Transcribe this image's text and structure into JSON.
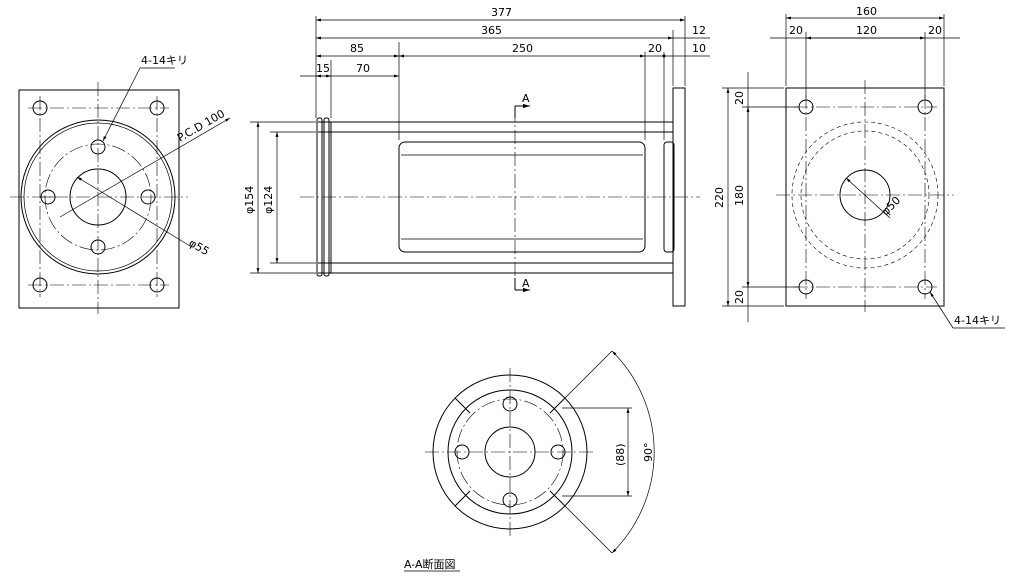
{
  "drawing": {
    "front_view": {
      "hole_note": "4-14キリ",
      "pcd": "P.C.D 100",
      "bore_dia": "φ55"
    },
    "side_view": {
      "overall_length": "377",
      "length_365": "365",
      "length_12": "12",
      "length_85": "85",
      "length_250": "250",
      "length_20": "20",
      "length_10": "10",
      "length_15": "15",
      "length_70": "70",
      "dia_outer": "φ154",
      "dia_inner": "φ124",
      "section_mark_top": "A",
      "section_mark_bottom": "A"
    },
    "right_view": {
      "width_160": "160",
      "width_left_20": "20",
      "width_120": "120",
      "width_right_20": "20",
      "height_220": "220",
      "height_180": "180",
      "height_top_20": "20",
      "height_bottom_20": "20",
      "bore_dia": "φ50",
      "hole_note": "4-14キリ"
    },
    "section_view": {
      "title": "A-A断面図",
      "dim_88": "(88)",
      "angle_90": "90°"
    }
  }
}
